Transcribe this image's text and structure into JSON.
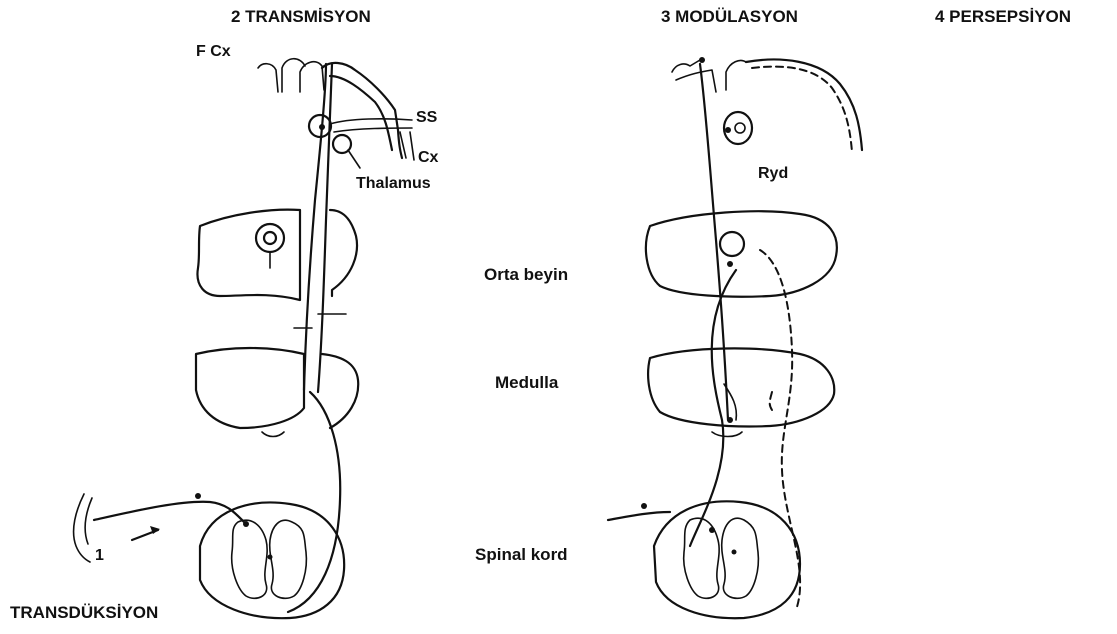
{
  "headings": {
    "transmission": "2 TRANSMİSYON",
    "modulation": "3 MODÜLASYON",
    "perception": "4 PERSEPSİYON",
    "transduction": "TRANSDÜKSİYON"
  },
  "labels": {
    "frontal_cortex": "F Cx",
    "somatosensory": "SS",
    "cortex": "Cx",
    "thalamus": "Thalamus",
    "ryd": "Ryd",
    "midbrain": "Orta beyin",
    "medulla": "Medulla",
    "spinal_cord": "Spinal kord",
    "number_one": "1"
  },
  "colors": {
    "ink": "#111111",
    "background": "#ffffff"
  }
}
